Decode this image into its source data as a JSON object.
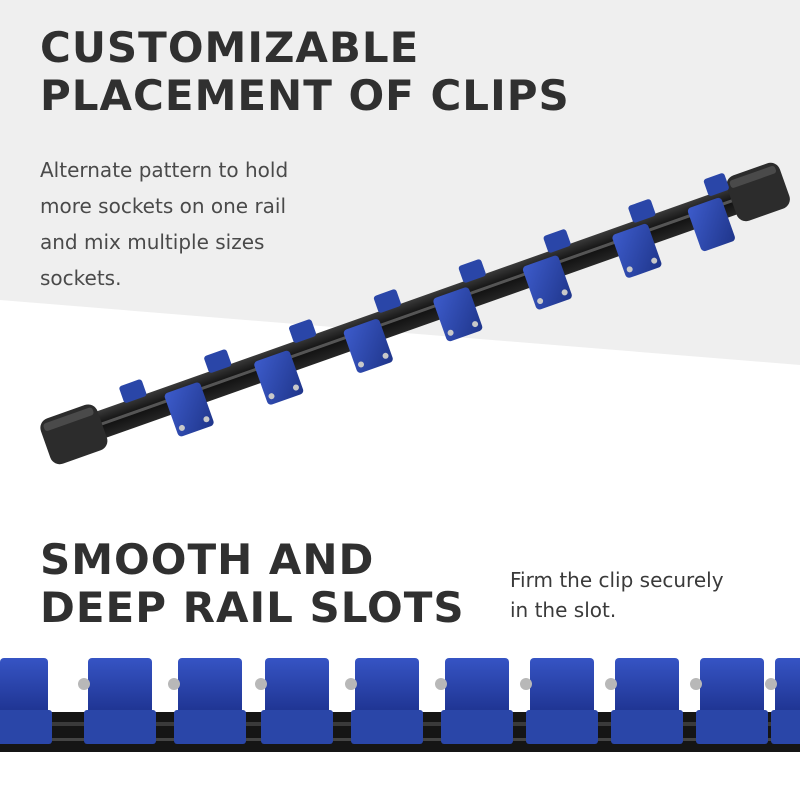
{
  "section_1": {
    "headline_lines": [
      "CUSTOMIZABLE",
      "PLACEMENT OF CLIPS"
    ],
    "description_lines": [
      "Alternate pattern to hold",
      "more sockets on one rail",
      "and mix multiple sizes",
      "sockets."
    ]
  },
  "section_2": {
    "headline_lines": [
      "SMOOTH AND",
      "DEEP RAIL SLOTS"
    ],
    "description_lines": [
      "Firm the clip securely",
      "in the slot."
    ]
  },
  "colors": {
    "background_light": "#f0f0f0",
    "background_white": "#ffffff",
    "clip_blue": "#2a46a8",
    "rail_black": "#1a1a1a",
    "headline_text": "#303030"
  }
}
